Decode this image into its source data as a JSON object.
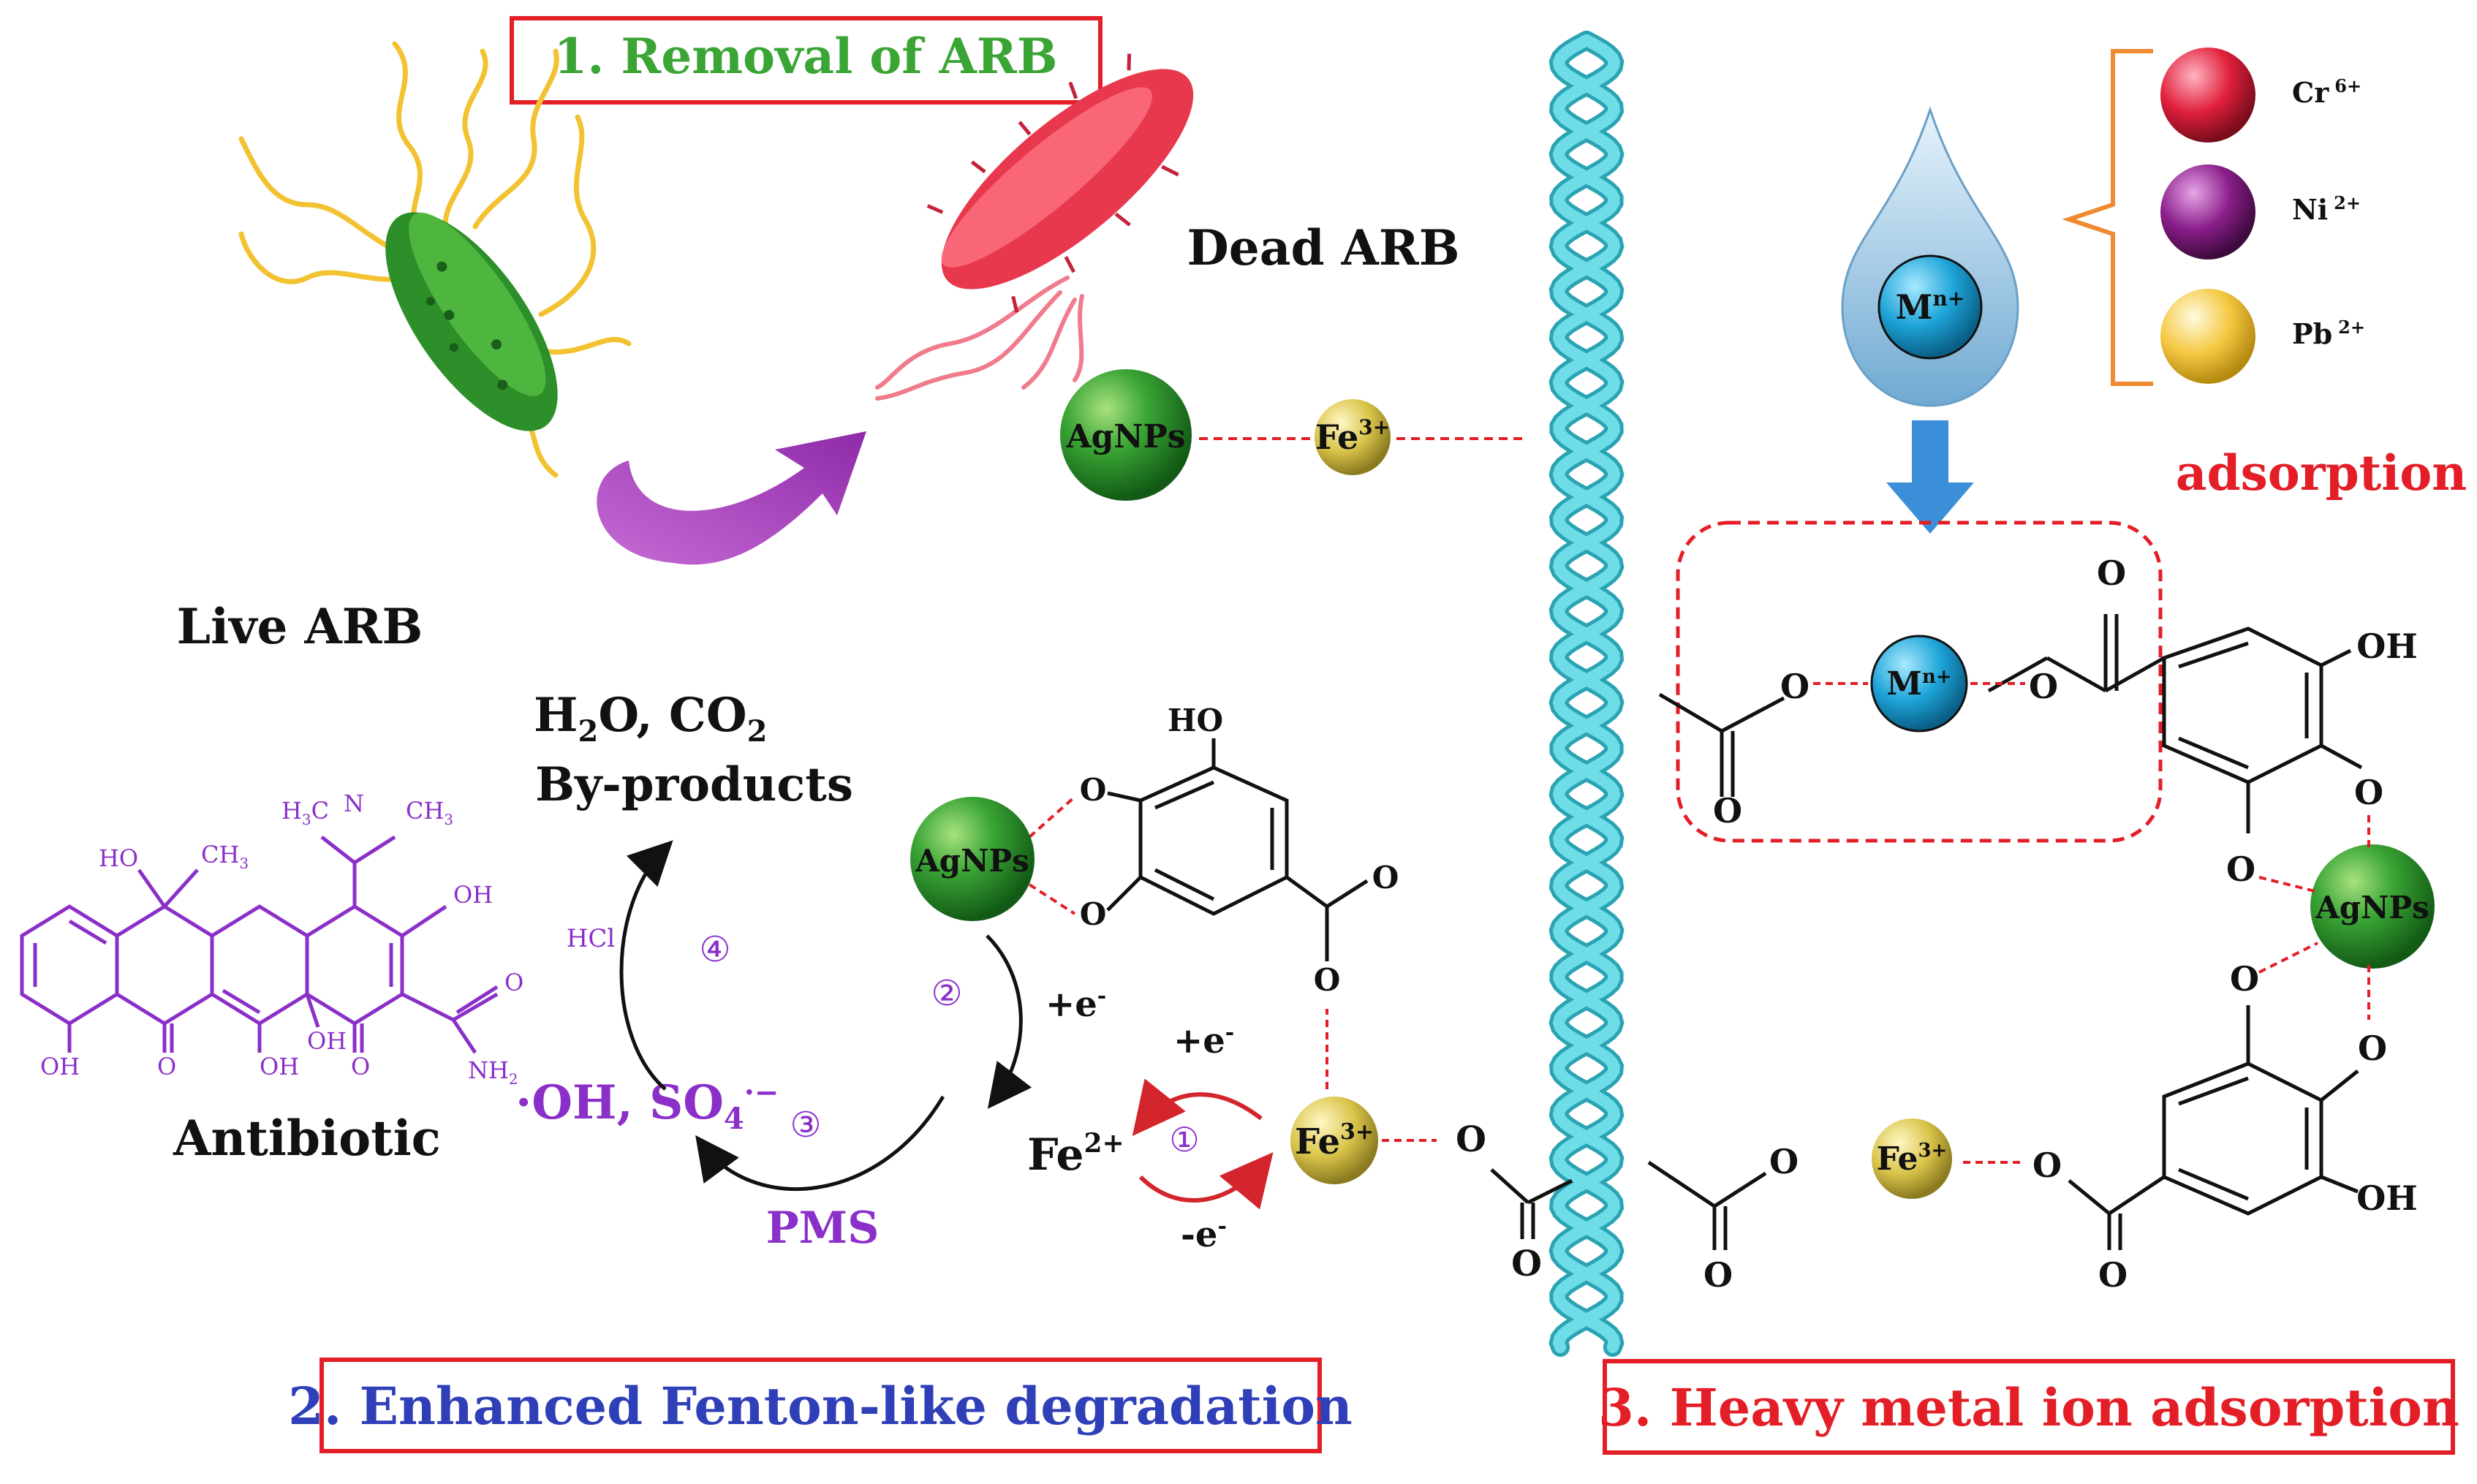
{
  "panels": {
    "p1": "1. Removal of ARB",
    "p2": "2. Enhanced Fenton-like degradation",
    "p3": "3. Heavy metal ion adsorption"
  },
  "labels": {
    "live_arb": "Live ARB",
    "dead_arb": "Dead ARB",
    "antibiotic": "Antibiotic",
    "products": "By-products",
    "pms": "PMS",
    "hcl": "HCl",
    "plus_e": "+e",
    "minus_e": "-e",
    "adsorption": "adsorption",
    "agnps": "AgNPs",
    "mn": "M",
    "mn_sup": "n+",
    "o": "O",
    "oh": "OH",
    "ho": "HO",
    "fe": "Fe",
    "fe3_sup": "3+",
    "fe2_sup": "2+",
    "steps": [
      "①",
      "②",
      "③",
      "④"
    ]
  },
  "ions": [
    {
      "symbol": "Cr",
      "charge": "6+",
      "color": "#e0203c"
    },
    {
      "symbol": "Ni",
      "charge": "2+",
      "color": "#8a1e8a"
    },
    {
      "symbol": "Pb",
      "charge": "2+",
      "color": "#f5c842"
    }
  ],
  "colors": {
    "green": "#3aa535",
    "red": "#e31e26",
    "blue": "#2f3fb8",
    "purple": "#8b2fc9",
    "cyan": "#4cc9d6",
    "fe_gold": "#d9c44a"
  }
}
